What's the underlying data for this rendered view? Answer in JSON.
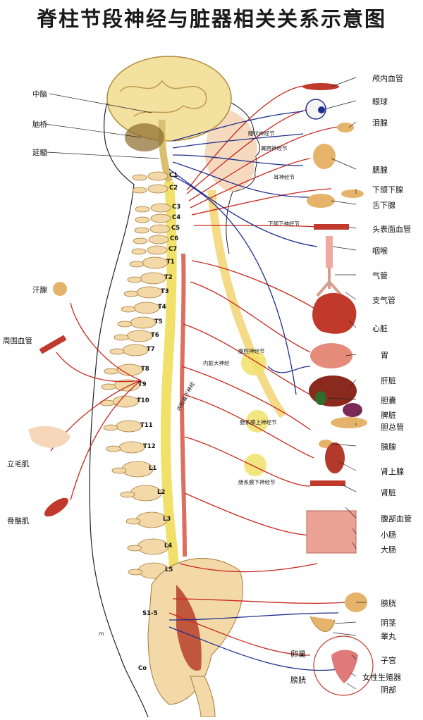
{
  "title": "脊柱节段神经与脏器相关关系示意图",
  "left_labels": {
    "midbrain": "中脑",
    "pons": "脑桥",
    "medulla": "延髓",
    "sweat_gland": "汗腺",
    "peripheral_vessel": "周围血管",
    "arrector_pili": "立毛肌",
    "skeletal_muscle": "骨骼肌"
  },
  "right_labels": {
    "intracranial_vessels": "颅内血管",
    "eyeball": "眼球",
    "lacrimal_gland": "泪腺",
    "parotid_gland": "腮腺",
    "submandibular_gland": "下颌下腺",
    "sublingual_gland": "舌下腺",
    "head_surface_vessels": "头表面血管",
    "pharynx_larynx": "咽喉",
    "trachea": "气管",
    "bronchi": "支气管",
    "heart": "心脏",
    "stomach": "胃",
    "liver": "肝脏",
    "gallbladder": "胆囊",
    "spleen": "脾脏",
    "common_bile_duct": "胆总管",
    "pancreas": "胰腺",
    "adrenal": "肾上腺",
    "kidney": "肾脏",
    "abdominal_vessels": "腹部血管",
    "small_intestine": "小肠",
    "large_intestine": "大肠",
    "bladder": "膀胱",
    "penis": "阴茎",
    "testis": "睾丸",
    "uterus": "子宫",
    "female_genitals": "女性生殖器",
    "vagina": "阴部",
    "ovary": "卵巢",
    "bladder2": "膀胱"
  },
  "ganglia": {
    "ciliary": "睫状神经节",
    "pterygopalatine": "翼腭神经节",
    "otic": "耳神经节",
    "submandibular": "下颌下神经节",
    "celiac": "腹腔神经节",
    "superior_mesenteric": "肠系膜上神经节",
    "inferior_mesenteric": "肠系膜下神经节",
    "greater_splanchnic": "内脏大神经",
    "lesser_splanchnic": "内脏最下神经"
  },
  "vertebrae": {
    "cervical": [
      "C1",
      "C2",
      "C3",
      "C4",
      "C5",
      "C6",
      "C7"
    ],
    "thoracic": [
      "T1",
      "T2",
      "T3",
      "T4",
      "T5",
      "T6",
      "T7",
      "T8",
      "T9",
      "T10",
      "T11",
      "T12"
    ],
    "lumbar": [
      "L1",
      "L2",
      "L3",
      "L4",
      "L5"
    ],
    "sacral": "S1-5",
    "coccyx": "Co",
    "m_mark": "m"
  },
  "colors": {
    "sympathetic": "#c8281e",
    "parasympathetic": "#1f2f8f",
    "spinal_cord": "#f1e06a",
    "bone": "#f3d9a8",
    "organ_red": "#c0392b"
  }
}
